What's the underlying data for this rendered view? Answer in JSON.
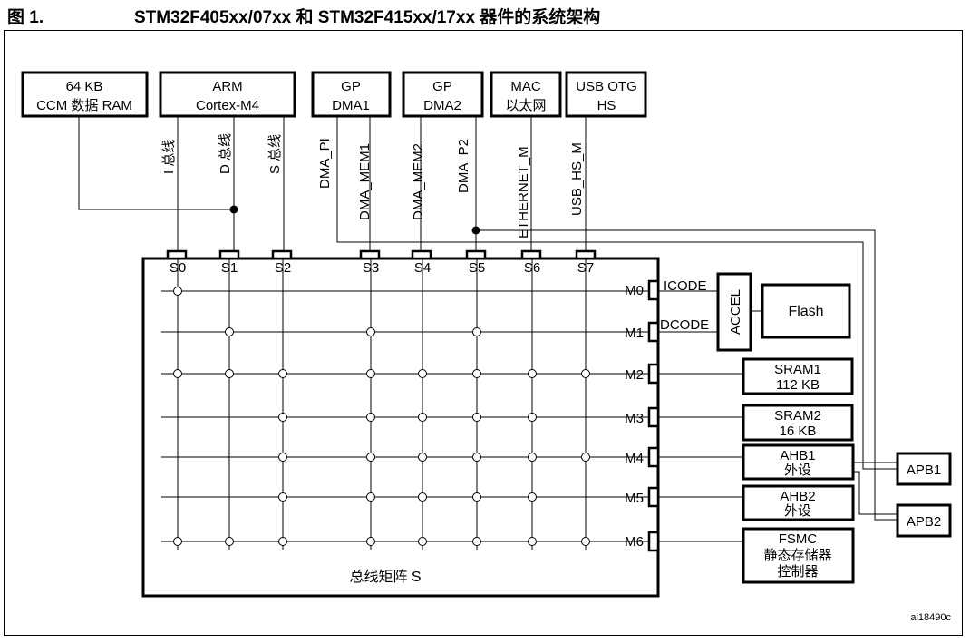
{
  "figure": {
    "number": "图 1.",
    "title": "STM32F405xx/07xx 和 STM32F415xx/17xx 器件的系统架构",
    "id": "ai18490c"
  },
  "masters": [
    {
      "key": "ccm",
      "lines": [
        "64 KB",
        "CCM 数据 RAM"
      ]
    },
    {
      "key": "arm",
      "lines": [
        "ARM",
        "Cortex-M4"
      ]
    },
    {
      "key": "dma1",
      "lines": [
        "GP",
        "DMA1"
      ]
    },
    {
      "key": "dma2",
      "lines": [
        "GP",
        "DMA2"
      ]
    },
    {
      "key": "mac",
      "lines": [
        "MAC",
        "以太网"
      ]
    },
    {
      "key": "usb",
      "lines": [
        "USB OTG",
        "HS"
      ]
    }
  ],
  "buses": [
    "I 总线",
    "D 总线",
    "S 总线",
    "DMA_PI",
    "DMA_MEM1",
    "DMA_MEM2",
    "DMA_P2",
    "ETHERNET_M",
    "USB_HS_M"
  ],
  "slave_ports": [
    "S0",
    "S1",
    "S2",
    "S3",
    "S4",
    "S5",
    "S6",
    "S7"
  ],
  "master_ports": [
    "M0",
    "M1",
    "M2",
    "M3",
    "M4",
    "M5",
    "M6"
  ],
  "matrix_label": "总线矩阵 S",
  "code_labels": [
    "ICODE",
    "DCODE"
  ],
  "accel_label": "ACCEL",
  "slaves": [
    {
      "key": "flash",
      "lines": [
        "Flash"
      ]
    },
    {
      "key": "sram1",
      "lines": [
        "SRAM1",
        "112 KB"
      ]
    },
    {
      "key": "sram2",
      "lines": [
        "SRAM2",
        "16 KB"
      ]
    },
    {
      "key": "ahb1",
      "lines": [
        "AHB1",
        "外设"
      ]
    },
    {
      "key": "ahb2",
      "lines": [
        "AHB2",
        "外设"
      ]
    },
    {
      "key": "fsmc",
      "lines": [
        "FSMC",
        "静态存储器",
        "控制器"
      ]
    }
  ],
  "apb": [
    "APB1",
    "APB2"
  ],
  "connections": [
    [
      0,
      1,
      2,
      3,
      4,
      5,
      6,
      7
    ],
    [
      0,
      1,
      2,
      3,
      4,
      5,
      6,
      7
    ],
    [
      0,
      1,
      2,
      3,
      4,
      5,
      6,
      7
    ],
    [
      0,
      1,
      2,
      3,
      4,
      5,
      6,
      7
    ],
    [
      0,
      1,
      2,
      3,
      4,
      5,
      6,
      7
    ],
    [
      0,
      1,
      2,
      3,
      4,
      5,
      6,
      7
    ],
    [
      0,
      1,
      2,
      3,
      4,
      5,
      6,
      7
    ]
  ],
  "junctions": [
    [
      2,
      0
    ],
    [
      2,
      1
    ],
    [
      2,
      2
    ],
    [
      2,
      3
    ],
    [
      2,
      4
    ],
    [
      2,
      5
    ],
    [
      2,
      6
    ],
    [
      2,
      7
    ],
    [
      0,
      0
    ],
    [
      1,
      1
    ],
    [
      1,
      3
    ],
    [
      1,
      5
    ],
    [
      3,
      2
    ],
    [
      3,
      3
    ],
    [
      3,
      4
    ],
    [
      3,
      5
    ],
    [
      3,
      6
    ],
    [
      4,
      2
    ],
    [
      4,
      3
    ],
    [
      4,
      4
    ],
    [
      4,
      5
    ],
    [
      4,
      6
    ],
    [
      4,
      7
    ],
    [
      5,
      2
    ],
    [
      5,
      3
    ],
    [
      5,
      4
    ],
    [
      5,
      5
    ],
    [
      5,
      6
    ],
    [
      6,
      0
    ],
    [
      6,
      1
    ],
    [
      6,
      2
    ],
    [
      6,
      3
    ],
    [
      6,
      4
    ],
    [
      6,
      5
    ],
    [
      6,
      6
    ],
    [
      6,
      7
    ]
  ]
}
